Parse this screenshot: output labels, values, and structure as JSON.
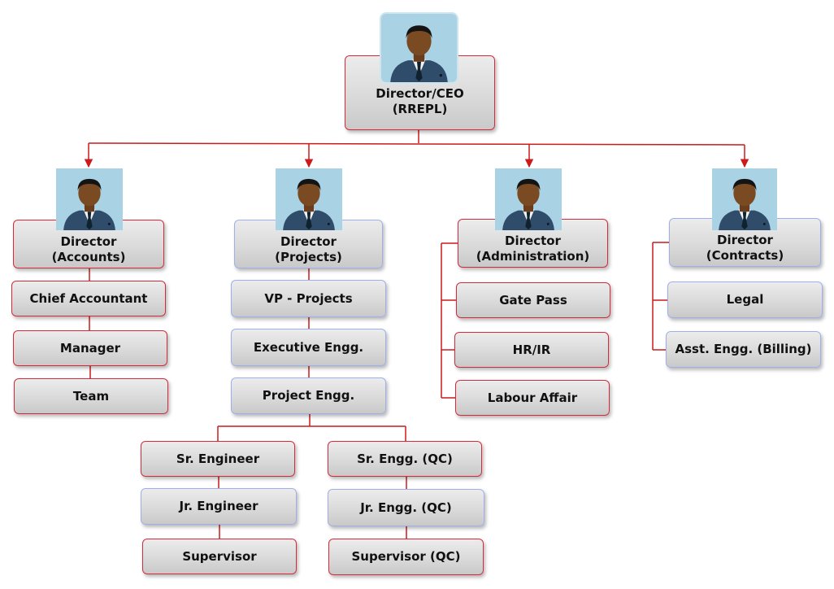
{
  "ceo": {
    "line1": "Director/CEO",
    "line2": "(RREPL)"
  },
  "directors": {
    "accounts": {
      "line1": "Director",
      "line2": "(Accounts)"
    },
    "projects": {
      "line1": "Director",
      "line2": "(Projects)"
    },
    "administration": {
      "line1": "Director",
      "line2": "(Administration)"
    },
    "contracts": {
      "line1": "Director",
      "line2": "(Contracts)"
    }
  },
  "accounts_chain": [
    "Chief Accountant",
    "Manager",
    "Team"
  ],
  "projects_chain": [
    "VP - Projects",
    "Executive Engg.",
    "Project Engg."
  ],
  "engineering_chain": [
    "Sr. Engineer",
    "Jr. Engineer",
    "Supervisor"
  ],
  "qc_chain": [
    "Sr. Engg. (QC)",
    "Jr. Engg. (QC)",
    "Supervisor (QC)"
  ],
  "administration_items": [
    "Gate Pass",
    "HR/IR",
    "Labour Affair"
  ],
  "contracts_items": [
    "Legal",
    "Asst. Engg. (Billing)"
  ],
  "colors": {
    "connector": "#cc1b1b",
    "box_border_red": "#d42a3a",
    "box_border_blue": "#9fb0e8",
    "avatar_bg": "#a9d3e5",
    "suit": "#2f4d6b",
    "skin": "#7a4a22"
  },
  "icons": {
    "avatar": "person-in-suit-icon"
  }
}
